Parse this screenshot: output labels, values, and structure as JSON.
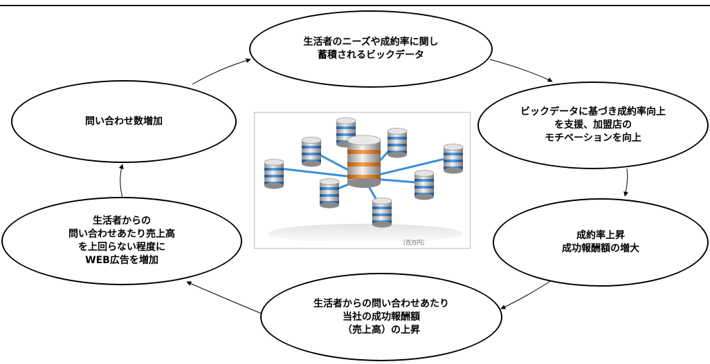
{
  "nodes": {
    "bigdata": "生活者のニーズや成約率に関し\n蓄積されるビックデータ",
    "support": "ビックデータに基づき成約率向上\nを支援、加盟店の\nモチベーションを向上",
    "contract_rate": "成約率上昇\n成功報酬額の増大",
    "revenue_per_inquiry": "生活者からの問い合わせあたり\n当社の成功報酬額\n（売上高）の上昇",
    "web_ads": "生活者からの\n問い合わせあたり売上高\nを上回らない程度に\nWEB広告を増加",
    "inquiries": "問い合わせ数増加"
  },
  "center_image": {
    "icon": "database-network-icon",
    "caption": "［百万円］"
  },
  "colors": {
    "disk_blue": "#2a6fb8",
    "disk_orange": "#e07b1c",
    "link_blue": "#3a8fd8"
  }
}
